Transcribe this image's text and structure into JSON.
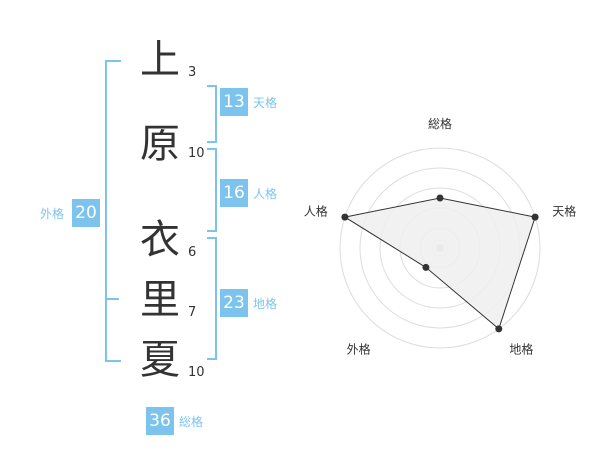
{
  "name": {
    "characters": [
      {
        "char": "上",
        "strokes": "3"
      },
      {
        "char": "原",
        "strokes": "10"
      },
      {
        "char": "衣",
        "strokes": "6"
      },
      {
        "char": "里",
        "strokes": "7"
      },
      {
        "char": "夏",
        "strokes": "10"
      }
    ]
  },
  "fortunes": {
    "tenkaku": {
      "value": "13",
      "label": "天格"
    },
    "jinkaku": {
      "value": "16",
      "label": "人格"
    },
    "chikaku": {
      "value": "23",
      "label": "地格"
    },
    "gaikaku": {
      "value": "20",
      "label": "外格"
    },
    "soukaku": {
      "value": "36",
      "label": "総格"
    }
  },
  "colors": {
    "accent": "#7cc4ee",
    "text": "#333333",
    "ring": "#dddddd",
    "fill": "#eeeeee",
    "line": "#333333"
  },
  "chart_data": {
    "type": "radar",
    "axes": [
      "総格",
      "天格",
      "地格",
      "外格",
      "人格"
    ],
    "values": [
      2.5,
      5,
      5,
      1.2,
      5
    ],
    "range": [
      0,
      5
    ]
  }
}
